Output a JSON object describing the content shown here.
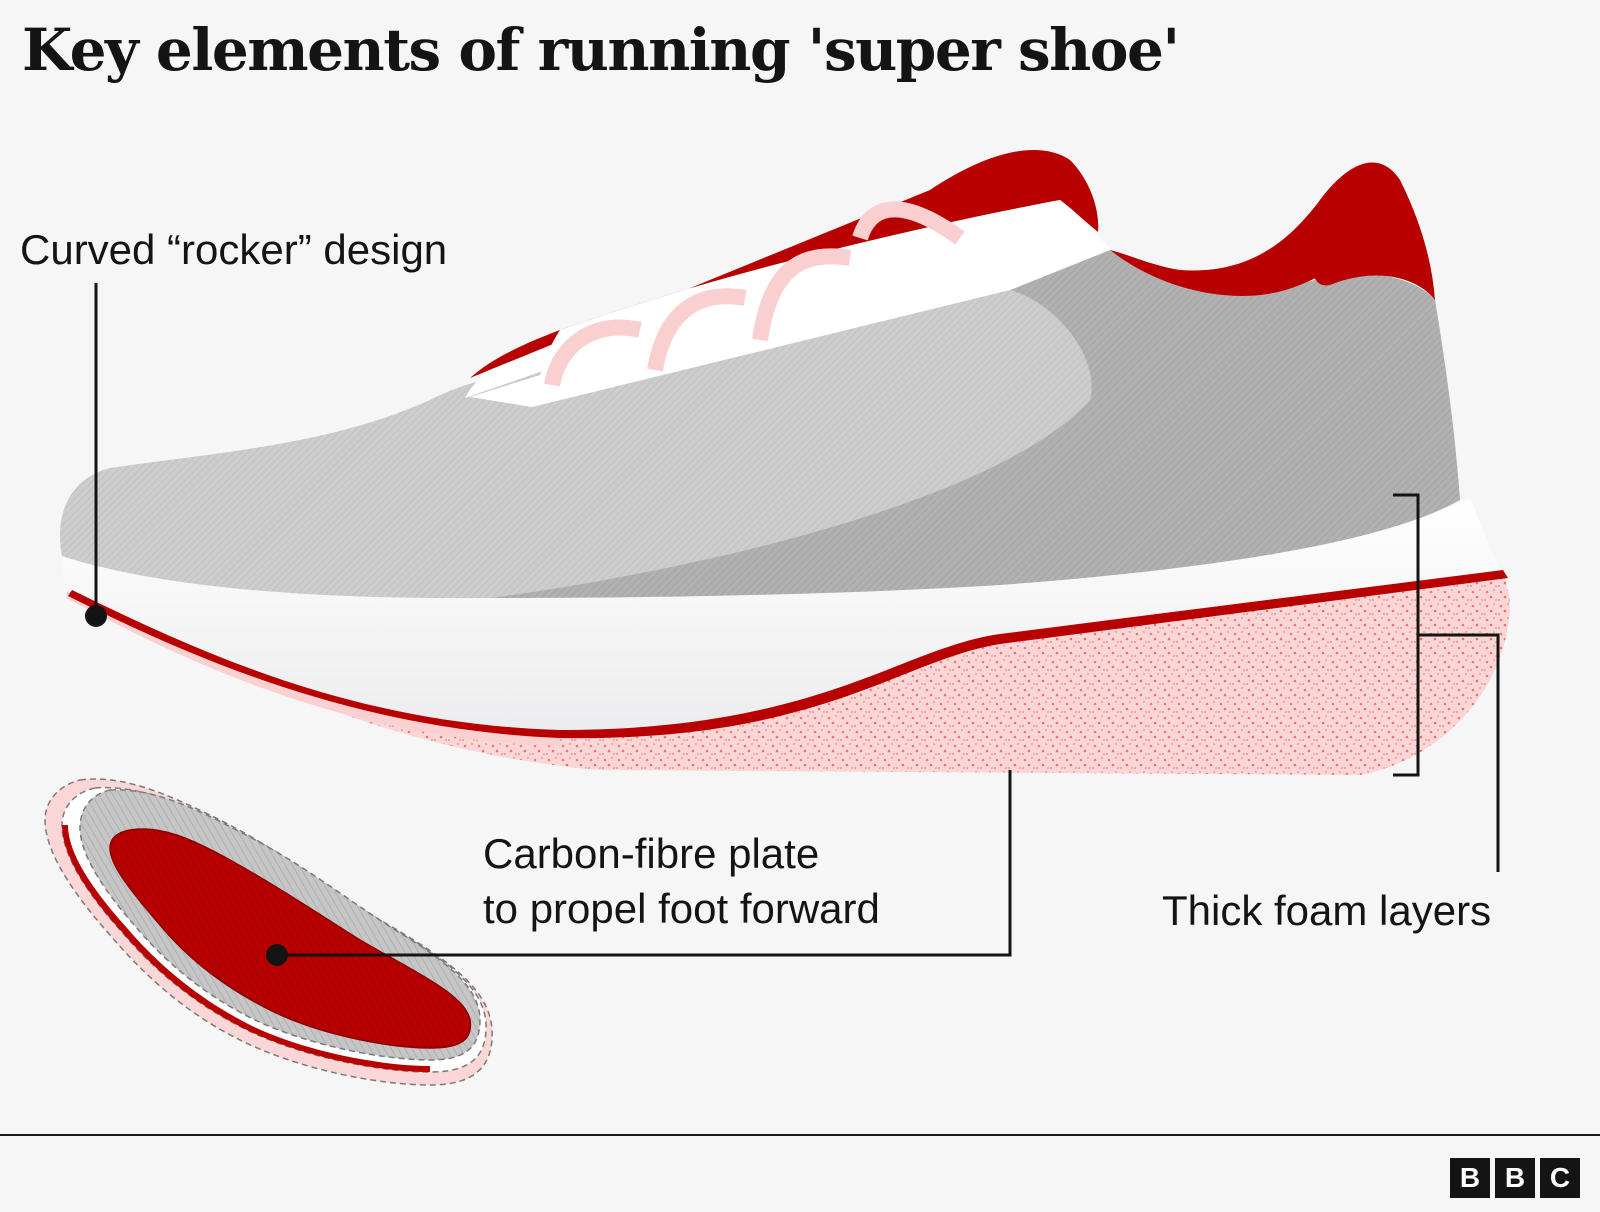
{
  "title": "Key elements of running 'super shoe'",
  "labels": {
    "rocker": "Curved “rocker” design",
    "plate_line1": "Carbon-fibre plate",
    "plate_line2": "to propel foot forward",
    "foam": "Thick foam layers"
  },
  "logo": {
    "letters": [
      "B",
      "B",
      "C"
    ]
  },
  "colors": {
    "background": "#f6f6f6",
    "accent_red": "#b80000",
    "foam_pink": "#fbd6d6",
    "upper_grey": "#c8c8c8",
    "laces_pink": "#f9cfcf",
    "text": "#141414"
  }
}
